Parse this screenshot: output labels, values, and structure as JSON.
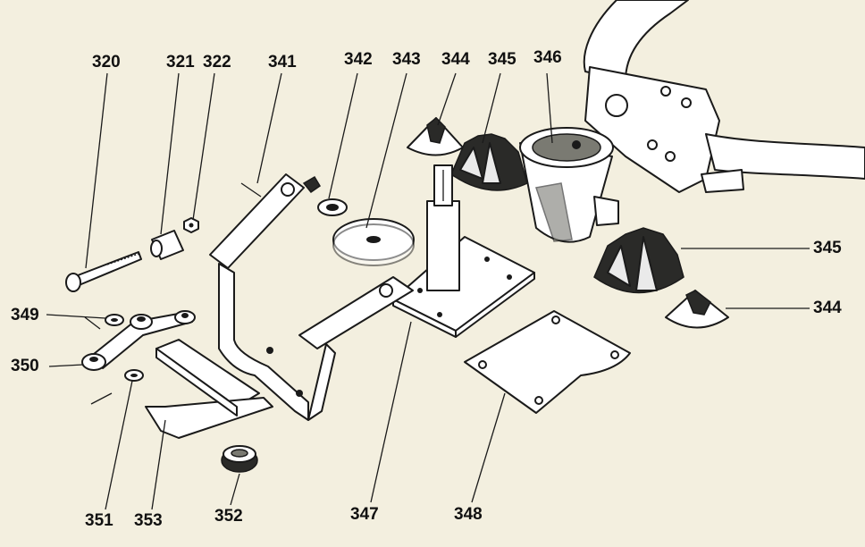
{
  "diagram": {
    "parts": [
      {
        "number": "320",
        "name": "bolt"
      },
      {
        "number": "321",
        "name": "connector"
      },
      {
        "number": "322",
        "name": "nut"
      },
      {
        "number": "341",
        "name": "split-pin"
      },
      {
        "number": "342",
        "name": "washer-small"
      },
      {
        "number": "343",
        "name": "washer-large"
      },
      {
        "number": "344",
        "name": "cone-top"
      },
      {
        "number": "345",
        "name": "cone-serrated-top"
      },
      {
        "number": "346",
        "name": "housing"
      },
      {
        "number": "345",
        "name": "cone-serrated-right"
      },
      {
        "number": "344",
        "name": "cone-right"
      },
      {
        "number": "349",
        "name": "washer-left"
      },
      {
        "number": "350",
        "name": "lever-arm"
      },
      {
        "number": "351",
        "name": "pin"
      },
      {
        "number": "353",
        "name": "bracket-clip"
      },
      {
        "number": "352",
        "name": "cap"
      },
      {
        "number": "347",
        "name": "plate-with-post"
      },
      {
        "number": "348",
        "name": "gasket-plate"
      }
    ]
  }
}
